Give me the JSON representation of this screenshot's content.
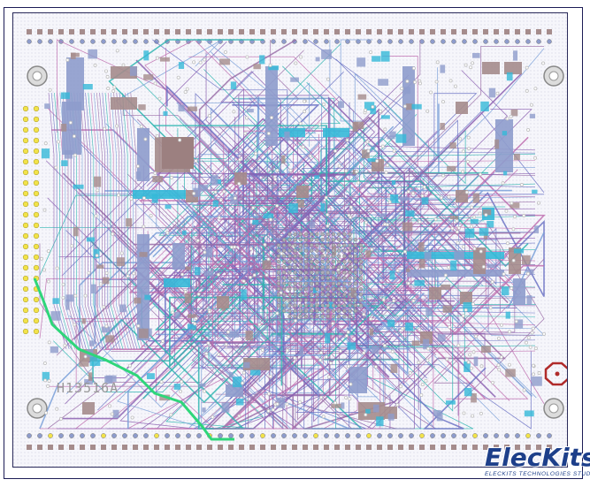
{
  "board": {
    "silkscreen_label": "H13516A",
    "colors": {
      "top_trace": "#8b5fb0",
      "bottom_trace": "#6b72c4",
      "inner_trace": "#2fb5b0",
      "pad": "#a58c8c",
      "pad_blue": "#8e9ccc",
      "pad_cyan": "#35b9d8",
      "via": "#c0c0c0",
      "highlight_net": "#2ed67a",
      "yellow_pin": "#f2e34a",
      "red_ring": "#b02a2a"
    }
  },
  "logo": {
    "name": "ElecKits",
    "tagline": "ELECKITS TECHNOLOGIES STUDIO"
  }
}
